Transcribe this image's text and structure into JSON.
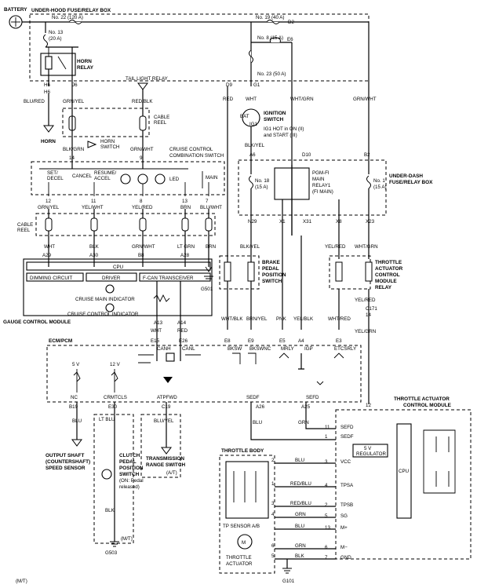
{
  "battery": {
    "label": "BATTERY"
  },
  "under_hood_box": {
    "title": "UNDER-HOOD FUSE/RELAY BOX",
    "fuse22": "No. 22 (120 A)",
    "fuse19": "No. 19 (40 A)",
    "fuse13": "No. 13",
    "fuse13_amp": "(20 A)",
    "fuse8": "No. 8 (15 A)",
    "fuse23": "No. 23 (50 A)",
    "d2": "D2",
    "e6": "E6",
    "g1": "G1",
    "d9": "D9",
    "j6": "J6",
    "h6a": "H6",
    "h6b": "H6",
    "horn_relay": "HORN",
    "horn_relay2": "RELAY",
    "taillight_relay": "TAIL LIGHT RELAY"
  },
  "wires": {
    "blu_red": "BLU/RED",
    "grn_yel": "GRN/YEL",
    "red_blk": "RED/BLK",
    "red": "RED",
    "wht": "WHT",
    "wht_grn": "WHT/GRN",
    "grn_wht": "GRN/WHT",
    "blk_grn": "BLK/GRN",
    "grn_wht2": "GRN/WHT",
    "blk_yel": "BLK/YEL",
    "grn_yel2": "GRN/YEL",
    "yel_wht": "YEL/WHT",
    "yel_red": "YEL/RED",
    "brn": "BRN",
    "blu_wht": "BLU/WHT",
    "wht2": "WHT",
    "blk": "BLK",
    "grn_wht3": "GRN/WHT",
    "lt_grn": "LT GRN",
    "brn2": "BRN",
    "blk_yel2": "BLK/YEL",
    "yel_red2": "YEL/RED",
    "wht_grn2": "WHT/GRN",
    "wht_blk": "WHT/BLK",
    "brn_yel": "BRN/YEL",
    "pnk": "PNK",
    "yel_blk": "YEL/BLK",
    "wht_red": "WHT/RED",
    "yel_red3": "YEL/RED",
    "wht3": "WHT",
    "red2": "RED",
    "yel_grn": "YEL/GRN",
    "blu": "BLU",
    "lt_blu": "LT BLU",
    "blu_yel": "BLU/YEL",
    "blu2": "BLU",
    "grn": "GRN",
    "blk2": "BLK",
    "blk3": "BLK"
  },
  "horn": {
    "label": "HORN",
    "switch": "HORN",
    "switch2": "SWITCH",
    "cable": "CABLE",
    "reel": "REEL"
  },
  "ignition": {
    "bat": "BAT",
    "ig1": "IG1",
    "title": "IGNITION",
    "title2": "SWITCH",
    "note1": "IG1 HOT in ON (II)",
    "note2": "and START (III)"
  },
  "cruise_switch": {
    "title": "CRUISE CONTROL",
    "title2": "COMBINATION SWITCH",
    "set": "SET/",
    "decel": "DECEL",
    "cancel": "CANCEL",
    "resume": "RESUME/",
    "accel": "ACCEL",
    "led": "LED",
    "main": "MAIN",
    "p14": "14",
    "p9": "9",
    "p12": "12",
    "p11": "11",
    "p8": "8",
    "p13": "13",
    "p7": "7"
  },
  "cable_reel2": {
    "cable": "CABLE",
    "reel": "REEL"
  },
  "underdash": {
    "title": "UNDER-DASH",
    "title2": "FUSE/RELAY BOX",
    "fuse18": "No. 18",
    "fuse18_amp": "(15 A)",
    "fuse1": "No. 1",
    "fuse1_amp": "(15 A)",
    "pgm_main": "PGM-FI",
    "pgm_main2": "MAIN",
    "pgm_main3": "RELAY1",
    "pgm_main4": "(FI MAIN)",
    "d10": "D10",
    "b2": "B2",
    "a6": "A6",
    "n29": "N29",
    "x1": "X1",
    "x31": "X31",
    "x8": "X8",
    "x23": "X23"
  },
  "gauge": {
    "title": "GAUGE CONTROL MODULE",
    "cpu": "CPU",
    "dimming": "DIMMING CIRCUIT",
    "driver": "DRIVER",
    "fcan": "F-CAN TRANSCEIVER",
    "main_ind": "CRUISE MAIN INDICATOR",
    "control_ind": "CRUISE CONTROL INDICATOR",
    "a29": "A29",
    "a30": "A30",
    "b8": "B8",
    "a28": "A28",
    "a13": "A13",
    "a14": "A14"
  },
  "brake": {
    "title": "BRAKE",
    "title2": "PEDAL",
    "title3": "POSITION",
    "title4": "SWITCH"
  },
  "throttle_relay": {
    "title": "THROTTLE",
    "title2": "ACTUATOR",
    "title3": "CONTROL",
    "title4": "MODULE",
    "title5": "RELAY"
  },
  "ground": {
    "g501": "G501",
    "g503": "G503",
    "g101": "G101"
  },
  "ecm": {
    "title": "ECM/PCM",
    "e15": "E15",
    "e26": "E26",
    "e8": "E8",
    "e9": "E9",
    "e5": "E5",
    "a4": "A4",
    "e3": "E3",
    "canh": "CANH",
    "canl": "CANL",
    "bksw": "BKSW",
    "bkswnc": "BKSWNC",
    "mrly": "MRLY",
    "igp": "IGP",
    "etcsrly": "ETCSRLY",
    "v5": "5 V",
    "v12": "12 V",
    "nc": "NC",
    "crmtcls": "CRMTCLS",
    "atpfwd": "ATPFWD",
    "sedf": "SEDF",
    "sefd": "SEFD",
    "b19": "B19",
    "e30": "E30",
    "c19": "C19",
    "a26": "A26",
    "a25": "A25",
    "c171": "C171",
    "c171n": "14"
  },
  "sensors": {
    "output1": "OUTPUT SHAFT",
    "output2": "(COUNTERSHAFT)",
    "output3": "SPEED SENSOR",
    "clutch1": "CLUTCH",
    "clutch2": "PEDAL",
    "clutch3": "POSITION",
    "clutch4": "SWITCH",
    "clutch5": "(ON: Pedal",
    "clutch6": "released)",
    "mt": "(M/T)",
    "mt2": "(M/T)",
    "at": "(A/T)",
    "trans1": "TRANSMISSION",
    "trans2": "RANGE SWITCH"
  },
  "tacm": {
    "title": "THROTTLE ACTUATOR",
    "title2": "CONTROL MODULE",
    "sefd": "SEFD",
    "sedf": "SEDF",
    "vcc": "VCC",
    "tpsa": "TPSA",
    "tpsb": "TPSB",
    "sg": "SG",
    "mplus": "M+",
    "mminus": "M−",
    "gnd": "GND",
    "cpu": "CPU",
    "reg1": "5 V",
    "reg2": "REGULATOR",
    "p12": "12",
    "p11": "11",
    "p1": "1",
    "p3": "3",
    "p4": "4",
    "p2": "2",
    "p5": "5",
    "p13": "13",
    "p6": "6",
    "p7": "7"
  },
  "throttle_body": {
    "title": "THROTTLE BODY",
    "tp": "TP SENSOR A/B",
    "actuator1": "THROTTLE",
    "actuator2": "ACTUATOR",
    "motor": "M"
  },
  "tb_wires": {
    "blu": "BLU",
    "red_blu": "RED/BLU",
    "red_blu2": "RED/BLU",
    "grn": "GRN",
    "blu2": "BLU",
    "grn2": "GRN",
    "blk": "BLK",
    "p2": "2",
    "p1": "1",
    "p3": "3",
    "p4": "4",
    "p5": "5",
    "p6": "6"
  }
}
